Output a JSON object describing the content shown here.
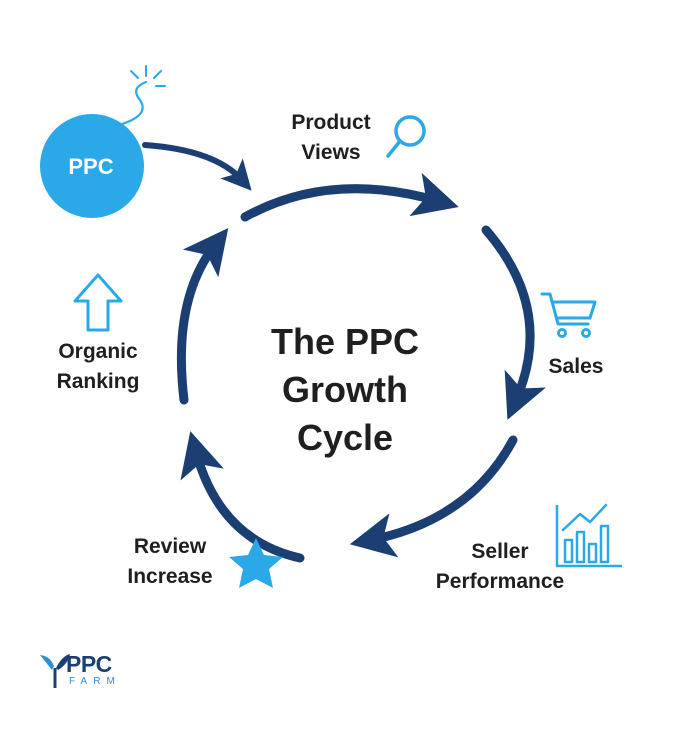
{
  "center_title": {
    "line1": "The PPC",
    "line2": "Growth",
    "line3": "Cycle"
  },
  "bubble": {
    "label": "PPC"
  },
  "stages": {
    "product_views": {
      "line1": "Product",
      "line2": "Views",
      "icon": "magnifier-icon"
    },
    "sales": {
      "label": "Sales",
      "icon": "shopping-cart-icon"
    },
    "seller_performance": {
      "line1": "Seller",
      "line2": "Performance",
      "icon": "bar-chart-icon"
    },
    "review_increase": {
      "line1": "Review",
      "line2": "Increase",
      "icon": "star-icon"
    },
    "organic_ranking": {
      "line1": "Organic",
      "line2": "Ranking",
      "icon": "up-arrow-icon"
    }
  },
  "logo": {
    "word1": "PPC",
    "word2": "FARM"
  },
  "colors": {
    "arrow_navy": "#1b3f73",
    "accent_blue": "#2aa8e8",
    "text_dark": "#1f1f1f"
  }
}
